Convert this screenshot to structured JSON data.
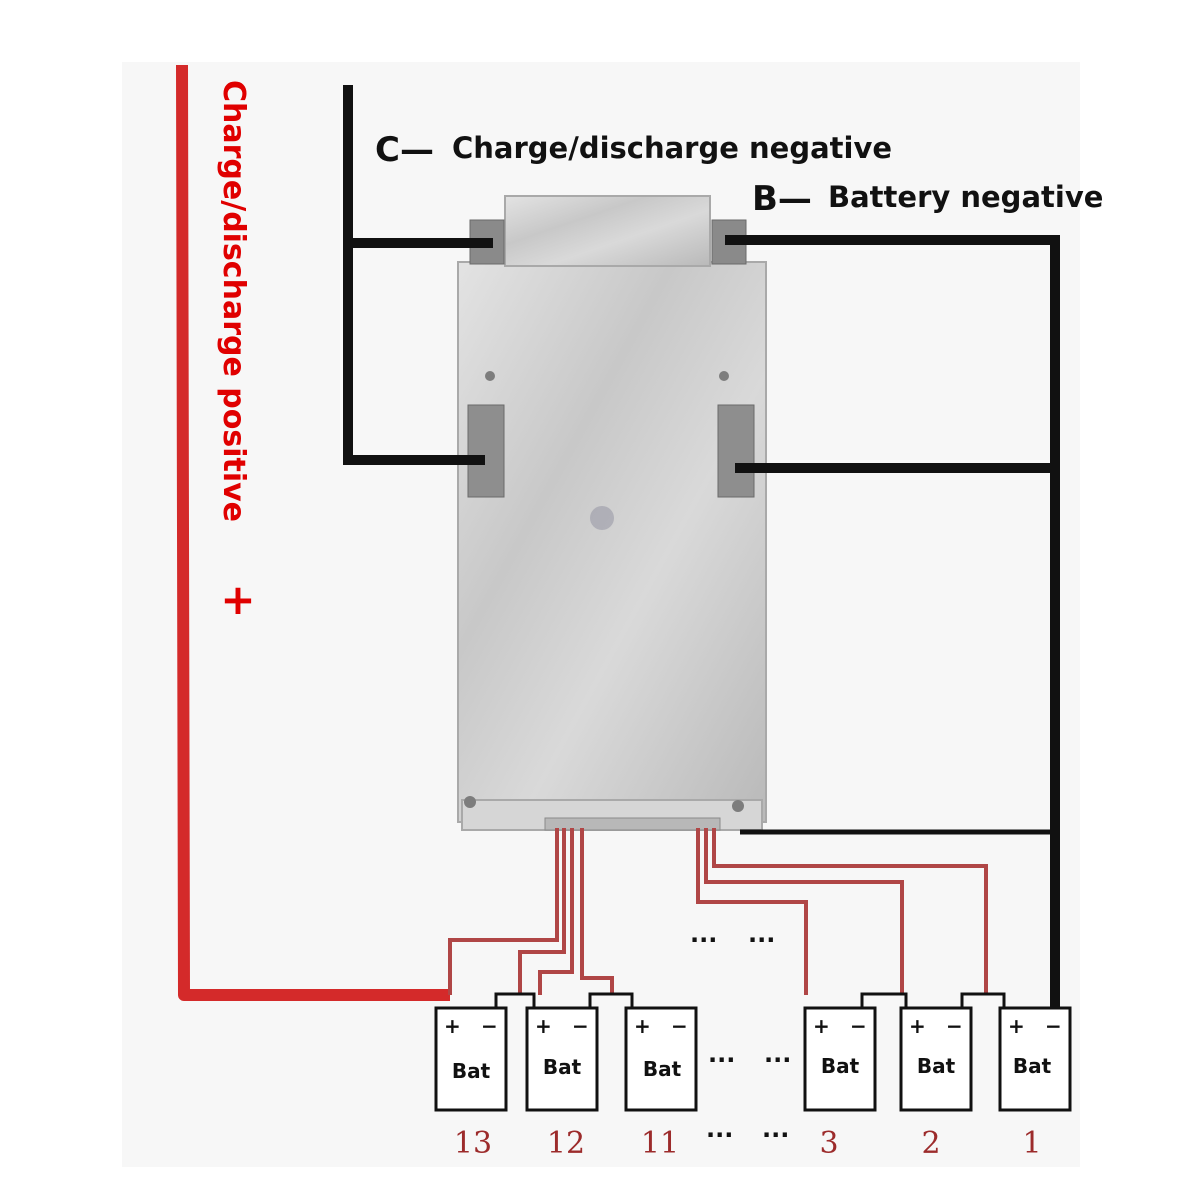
{
  "labels": {
    "positive_vertical": "Charge/discharge positive",
    "positive_symbol": "+",
    "c_marker": "C—",
    "c_text": "Charge/discharge negative",
    "b_marker": "B—",
    "b_text": "Battery negative",
    "dots_top_1": "···",
    "dots_top_2": "···",
    "dots_mid_1": "···",
    "dots_mid_2": "···",
    "dots_bottom_1": "···",
    "dots_bottom_2": "···"
  },
  "batteries": [
    {
      "label": "Bat",
      "plus": "+",
      "minus": "−",
      "number": "13"
    },
    {
      "label": "Bat",
      "plus": "+",
      "minus": "−",
      "number": "12"
    },
    {
      "label": "Bat",
      "plus": "+",
      "minus": "−",
      "number": "11"
    },
    {
      "label": "Bat",
      "plus": "+",
      "minus": "−",
      "number": "3"
    },
    {
      "label": "Bat",
      "plus": "+",
      "minus": "−",
      "number": "2"
    },
    {
      "label": "Bat",
      "plus": "+",
      "minus": "−",
      "number": "1"
    }
  ],
  "colors": {
    "positive_wire": "#d42a2a",
    "negative_wire": "#111111",
    "balance_wire": "#b04646",
    "label_red": "#e00000",
    "number_red": "#9c2b2b",
    "board_metal": "#cfcfcf"
  }
}
